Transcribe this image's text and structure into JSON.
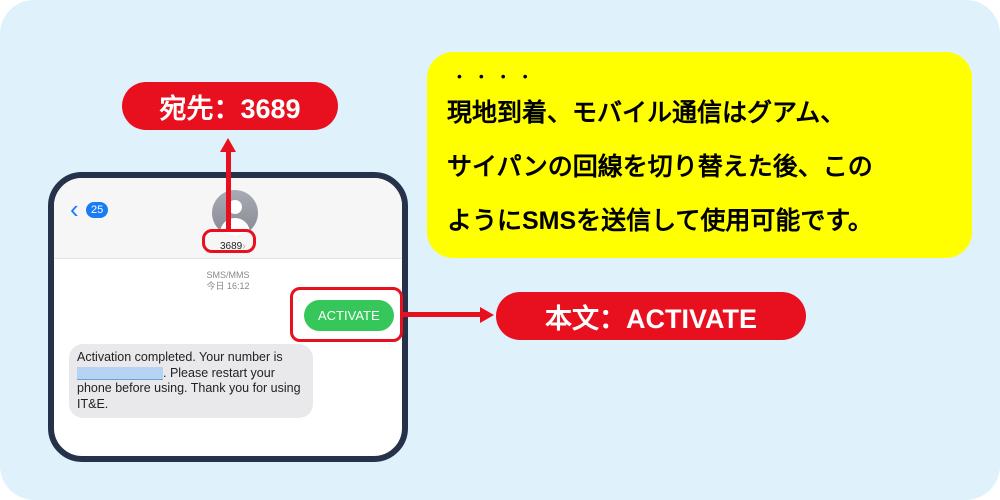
{
  "callouts": {
    "recipient_label": "宛先：3689",
    "body_label": "本文：ACTIVATE"
  },
  "note": {
    "emphasis_dots": "••••",
    "lines": [
      "現地到着、モバイル通信はグアム、",
      "サイパンの回線を切り替えた後、この",
      "ようにSMSを送信して使用可能です。"
    ]
  },
  "phone": {
    "back_count": "25",
    "contact": "3689",
    "service": "SMS/MMS",
    "timestamp": "今日 16:12",
    "sent_message": "ACTIVATE",
    "received_before": "Activation completed. Your number is ",
    "received_after": ". Please restart your phone before using. Thank you for using IT&E."
  },
  "colors": {
    "red": "#e8101e",
    "green": "#35c759",
    "yellow": "#ffff00",
    "frame": "#26324a"
  }
}
